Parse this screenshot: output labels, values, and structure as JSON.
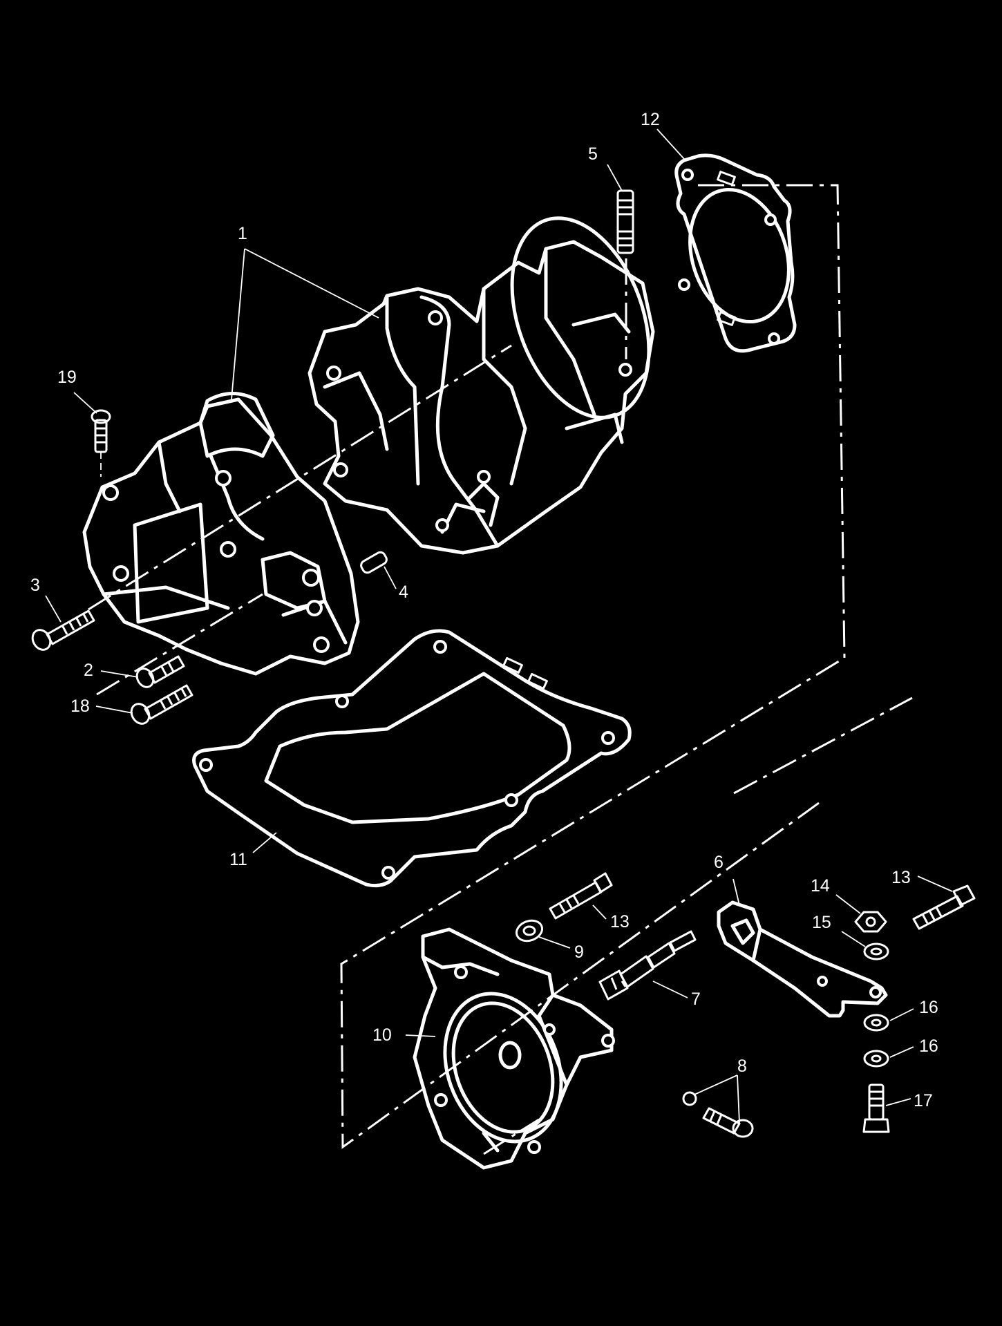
{
  "diagram": {
    "background": "#000000",
    "line_color": "#ffffff",
    "callouts": [
      {
        "id": "c1",
        "label": "1"
      },
      {
        "id": "c2",
        "label": "2"
      },
      {
        "id": "c3",
        "label": "3"
      },
      {
        "id": "c4",
        "label": "4"
      },
      {
        "id": "c5",
        "label": "5"
      },
      {
        "id": "c6",
        "label": "6"
      },
      {
        "id": "c7",
        "label": "7"
      },
      {
        "id": "c8",
        "label": "8"
      },
      {
        "id": "c9",
        "label": "9"
      },
      {
        "id": "c10",
        "label": "10"
      },
      {
        "id": "c11",
        "label": "11"
      },
      {
        "id": "c12",
        "label": "12"
      },
      {
        "id": "c13a",
        "label": "13"
      },
      {
        "id": "c13b",
        "label": "13"
      },
      {
        "id": "c14",
        "label": "14"
      },
      {
        "id": "c15",
        "label": "15"
      },
      {
        "id": "c16a",
        "label": "16"
      },
      {
        "id": "c16b",
        "label": "16"
      },
      {
        "id": "c17",
        "label": "17"
      },
      {
        "id": "c18",
        "label": "18"
      },
      {
        "id": "c19",
        "label": "19"
      }
    ]
  }
}
